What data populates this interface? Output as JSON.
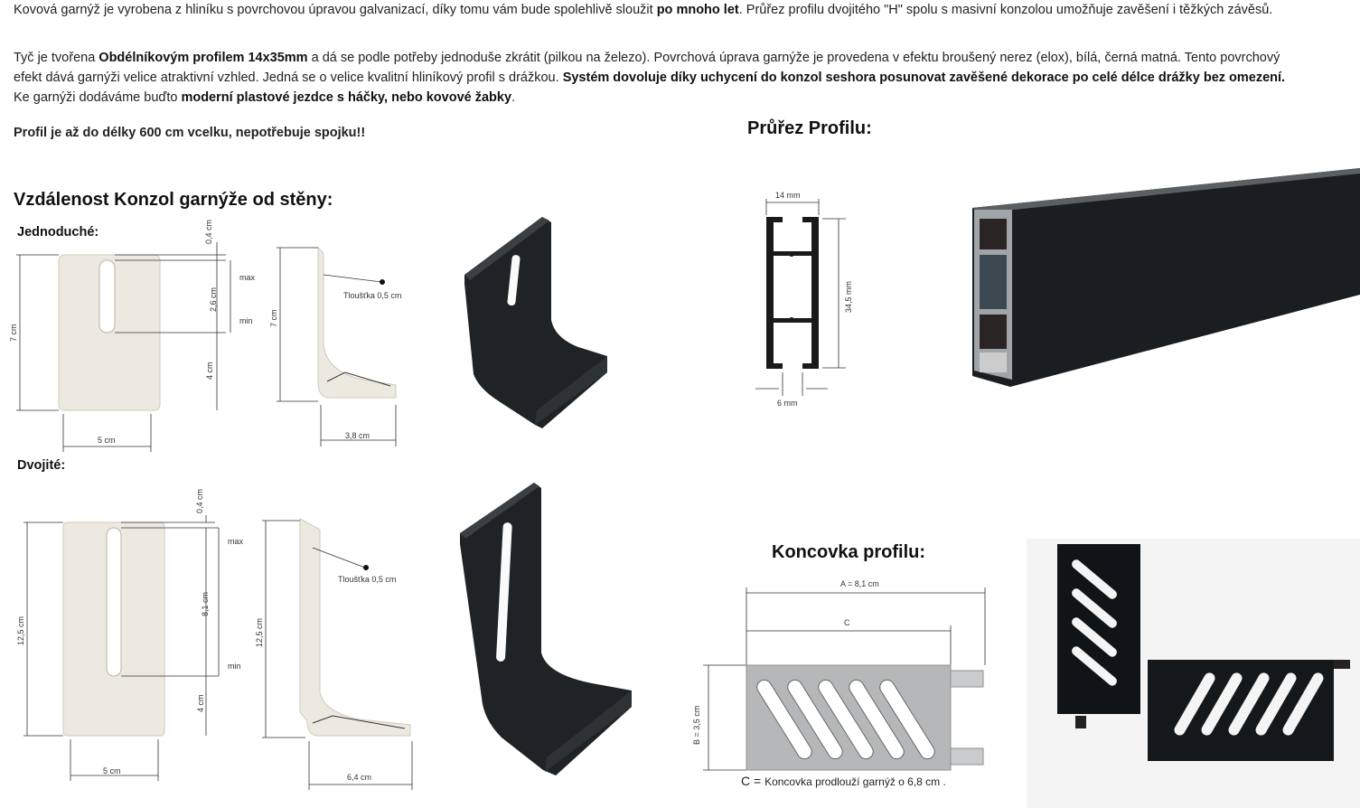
{
  "intro": {
    "p1_a": "Kovová garnýž je vyrobena z hliníku s povrchovou úpravou galvanizací, díky tomu vám bude spolehlivě sloužit ",
    "p1_b": "po mnoho let",
    "p1_c": ". Průřez profilu dvojitého \"H\" spolu s masivní konzolou umožňuje zavěšení i těžkých závěsů.",
    "p2_a": " Tyč je tvořena ",
    "p2_b": "Obdélníkovým profilem 14x35mm",
    "p2_c": " a dá se podle potřeby jednoduše zkrátit (pilkou na železo). Povrchová úprava garnýže je provedena v efektu broušený nerez (elox), bílá, černá matná. Tento povrchový efekt dává garnýži velice atraktivní vzhled. Jedná se o velice kvalitní hliníkový profil s drážkou. ",
    "p2_d": "Systém dovoluje díky uchycení do konzol seshora posunovat zavěšené dekorace po celé délce drážky bez omezení.",
    "p2_e": " Ke garnýži dodáváme buďto ",
    "p2_f": "moderní plastové jezdce s háčky, nebo kovové žabky",
    "p2_g": ".",
    "p3": "Profil je až do délky 600 cm vcelku, nepotřebuje spojku!!"
  },
  "headings": {
    "cross_section": "Průřez Profilu:",
    "bracket_distance": "Vzdálenost Konzol garnýže od stěny:",
    "single": "Jednoduché:",
    "double": "Dvojité:",
    "end_cap": "Koncovka profilu:"
  },
  "single_bracket": {
    "top_gap": "0,4 cm",
    "max": "max",
    "slot": "2,6 cm",
    "min": "min",
    "bottom": "4 cm",
    "height": "7 cm",
    "width": "5 cm",
    "side_height": "7 cm",
    "thickness": "Tloušťka 0,5 cm",
    "depth": "3,8 cm"
  },
  "double_bracket": {
    "top_gap": "0,4 cm",
    "max": "max",
    "slot": "8,1 cm",
    "min": "min",
    "bottom": "4 cm",
    "height": "12,5 cm",
    "width": "5 cm",
    "side_height": "12,5 cm",
    "thickness": "Tloušťka 0,5 cm",
    "depth": "6,4 cm"
  },
  "profile": {
    "width": "14 mm",
    "height": "34,5 mm",
    "slot": "6 mm"
  },
  "end_cap": {
    "a": "A = 8,1 cm",
    "c": "C",
    "b": "B = 3,5 cm",
    "note_c": "C = ",
    "note_text": "Koncovka prodlouží garnýž o 6,8 cm ."
  },
  "colors": {
    "text": "#222222",
    "bracket_silver": "#e6e2d8",
    "bracket_black": "#1f2326",
    "profile_black": "#1b1e20",
    "cap_silver": "#b5b7b8"
  }
}
